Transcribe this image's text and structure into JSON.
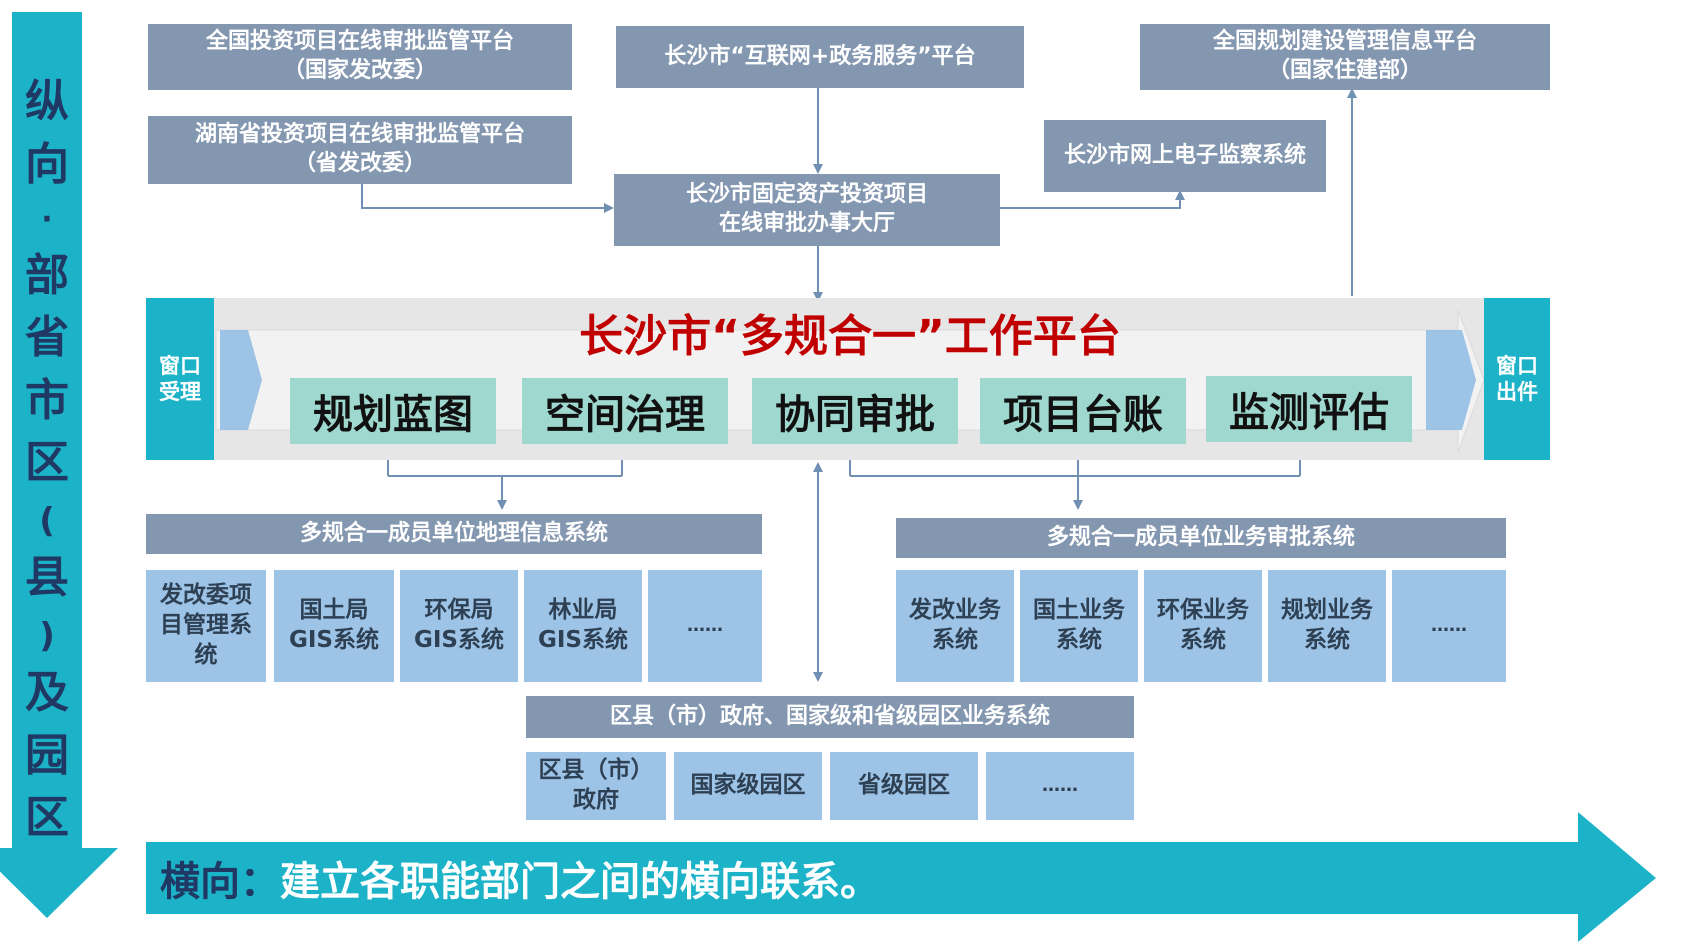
{
  "vertical": {
    "label_chars": [
      "纵",
      "向",
      "·",
      "部",
      "省",
      "市",
      "区",
      "(",
      "县",
      ")",
      "及",
      "园",
      "区"
    ]
  },
  "top": {
    "national_invest": {
      "line1": "全国投资项目在线审批监管平台",
      "line2": "（国家发改委）"
    },
    "hunan_invest": {
      "line1": "湖南省投资项目在线审批监管平台",
      "line2": "（省发改委）"
    },
    "internet_gov": "长沙市“互联网+政务服务”平台",
    "national_planning": {
      "line1": "全国规划建设管理信息平台",
      "line2": "（国家住建部）"
    },
    "supervision": "长沙市网上电子监察系统",
    "fixed_asset": {
      "line1": "长沙市固定资产投资项目",
      "line2": "在线审批办事大厅"
    }
  },
  "platform": {
    "title": "长沙市“多规合一”工作平台",
    "window_in": {
      "line1": "窗口",
      "line2": "受理"
    },
    "window_out": {
      "line1": "窗口",
      "line2": "出件"
    },
    "functions": [
      "规划蓝图",
      "空间治理",
      "协同审批",
      "项目台账",
      "监测评估"
    ]
  },
  "gis": {
    "header": "多规合一成员单位地理信息系统",
    "cells": [
      "发改委项目管理系统",
      "国土局GIS系统",
      "环保局GIS系统",
      "林业局GIS系统",
      "……"
    ]
  },
  "business": {
    "header": "多规合一成员单位业务审批系统",
    "cells": [
      "发改业务系统",
      "国土业务系统",
      "环保业务系统",
      "规划业务系统",
      "……"
    ]
  },
  "district": {
    "header": "区县（市）政府、国家级和省级园区业务系统",
    "cells": [
      "区县（市）政府",
      "国家级园区",
      "省级园区",
      "……"
    ]
  },
  "horizontal": {
    "label": "横向",
    "colon": "：",
    "text": "建立各职能部门之间的横向联系。"
  },
  "colors": {
    "teal": "#1cb3c8",
    "slate": "#8497b0",
    "light_blue": "#9dc3e6",
    "mint": "#9fd8cf",
    "title_red": "#c00000",
    "navy": "#1f3864"
  }
}
